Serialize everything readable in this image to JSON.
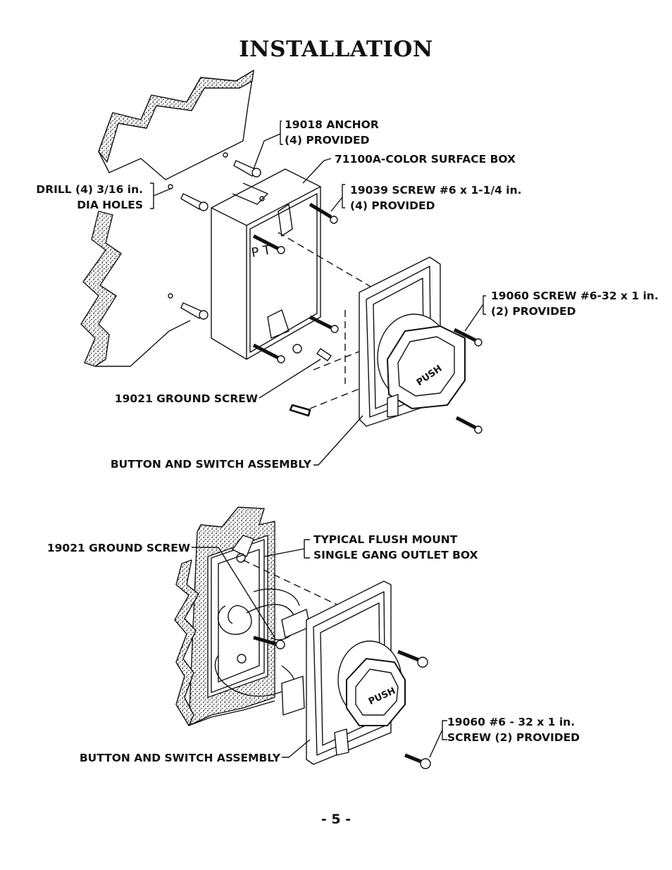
{
  "page": {
    "title": "INSTALLATION",
    "page_number": "- 5 -"
  },
  "figure_top": {
    "anchor": {
      "line1": "19018 ANCHOR",
      "line2": "(4) PROVIDED"
    },
    "surface_box": "71100A-COLOR SURFACE BOX",
    "drill": {
      "line1": "DRILL (4) 3/16 in.",
      "line2": "DIA HOLES"
    },
    "screw_39": {
      "line1": "19039 SCREW #6 x 1-1/4 in.",
      "line2": "(4) PROVIDED"
    },
    "screw_60": {
      "line1": "19060 SCREW #6-32 x 1 in.",
      "line2": "(2) PROVIDED"
    },
    "ground_screw": "19021 GROUND SCREW",
    "assembly": "BUTTON AND SWITCH ASSEMBLY",
    "button_text": "PUSH"
  },
  "figure_bottom": {
    "ground_screw": "19021 GROUND SCREW",
    "outlet_box": {
      "line1": "TYPICAL FLUSH MOUNT",
      "line2": "SINGLE GANG OUTLET BOX"
    },
    "screw_60": {
      "line1": "19060 #6 - 32 x 1 in.",
      "line2": "SCREW (2) PROVIDED"
    },
    "assembly": "BUTTON AND SWITCH ASSEMBLY",
    "button_text": "PUSH"
  }
}
